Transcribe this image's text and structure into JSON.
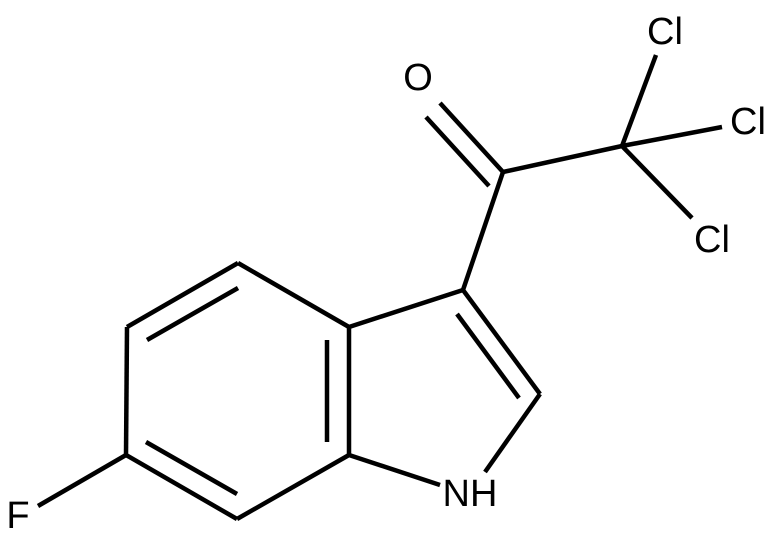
{
  "molecule": {
    "atom_labels": {
      "oxygen": "O",
      "chlorine_top": "Cl",
      "chlorine_right": "Cl",
      "chlorine_lower": "Cl",
      "fluorine": "F",
      "nh": "NH"
    },
    "colors": {
      "bond": "#000000",
      "text": "#000000",
      "background": "#ffffff"
    }
  }
}
